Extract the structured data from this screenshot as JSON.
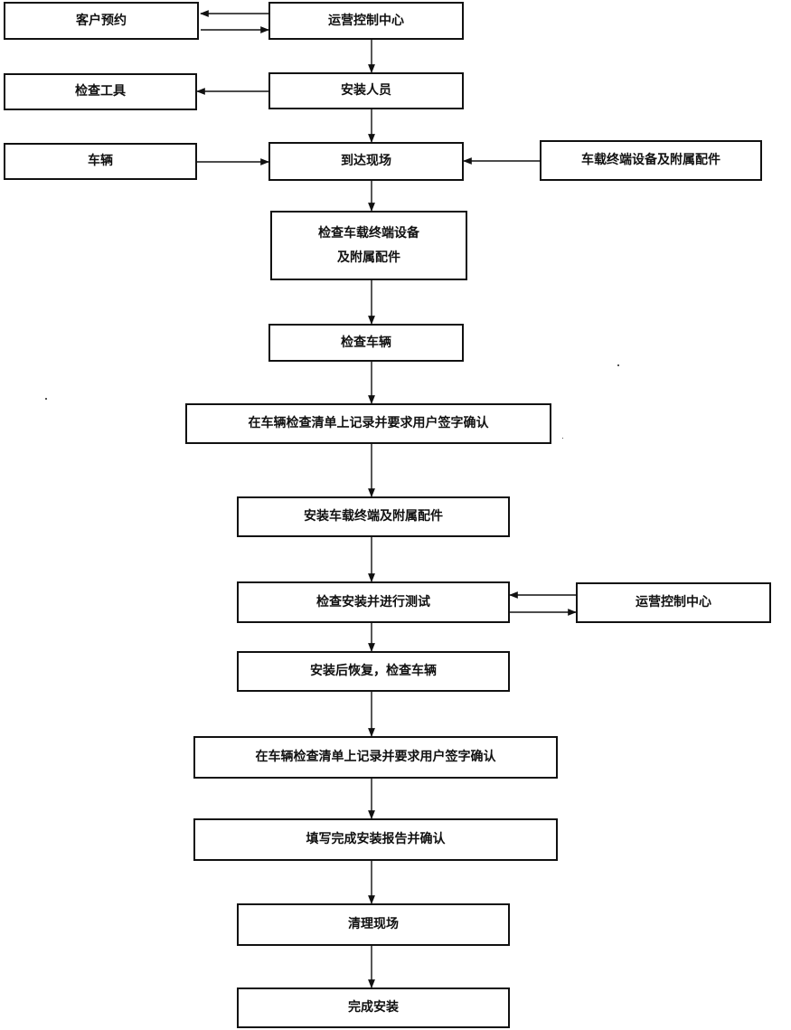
{
  "nodes": {
    "ops_center_top": "运营控制中心",
    "customer_booking": "客户预约",
    "installer": "安装人员",
    "check_tools": "检查工具",
    "vehicle": "车辆",
    "arrive_site": "到达现场",
    "terminal_and_accessories": "车载终端设备及附属配件",
    "check_terminal_line1": "检查车载终端设备",
    "check_terminal_line2": "及附属配件",
    "check_vehicle": "检查车辆",
    "record_confirm_1": "在车辆检查清单上记录并要求用户签字确认",
    "install_terminal": "安装车载终端及附属配件",
    "check_install_test": "检查安装并进行测试",
    "ops_center_right": "运营控制中心",
    "restore_check_vehicle": "安装后恢复，检查车辆",
    "record_confirm_2": "在车辆检查清单上记录并要求用户签字确认",
    "fill_report": "填写完成安装报告并确认",
    "clean_site": "清理现场",
    "complete_install": "完成安装"
  }
}
